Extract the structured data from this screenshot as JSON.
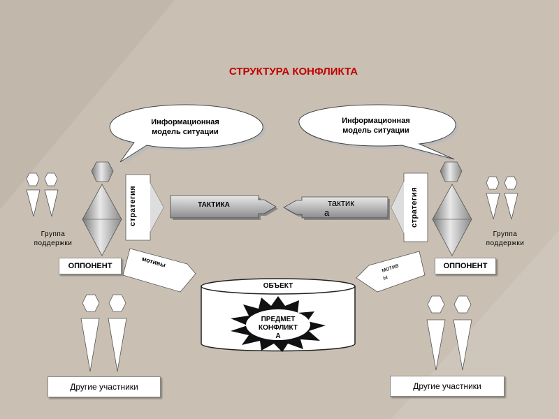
{
  "title": "СТРУКТУРА КОНФЛИКТА",
  "bubbles": {
    "left": {
      "line1": "Информационная",
      "line2": "модель ситуации"
    },
    "right": {
      "line1": "Информационная",
      "line2": "модель ситуации"
    }
  },
  "strategy_left": "стратегия",
  "strategy_right": "стратегия",
  "tactics_left": "ТАКТИКА",
  "tactics_right_line1": "тактик",
  "tactics_right_line2": "а",
  "motives_left": "мотивы",
  "motives_right_line1": "мотив",
  "motives_right_line2": "ы",
  "opponent_left": "ОППОНЕНТ",
  "opponent_right": "ОППОНЕНТ",
  "support_left": {
    "line1": "Группа",
    "line2": "поддержки"
  },
  "support_right": {
    "line1": "Группа",
    "line2": "поддержки"
  },
  "object_label": "ОБЪЕКТ",
  "subject": {
    "line1": "ПРЕДМЕТ",
    "line2": "КОНФЛИКТ",
    "line3": "А"
  },
  "others_left": "Другие участники",
  "others_right": "Другие участники",
  "colors": {
    "title": "#c00000",
    "shape_gray": "#b5b5b5",
    "background": "#c9c0b3"
  }
}
